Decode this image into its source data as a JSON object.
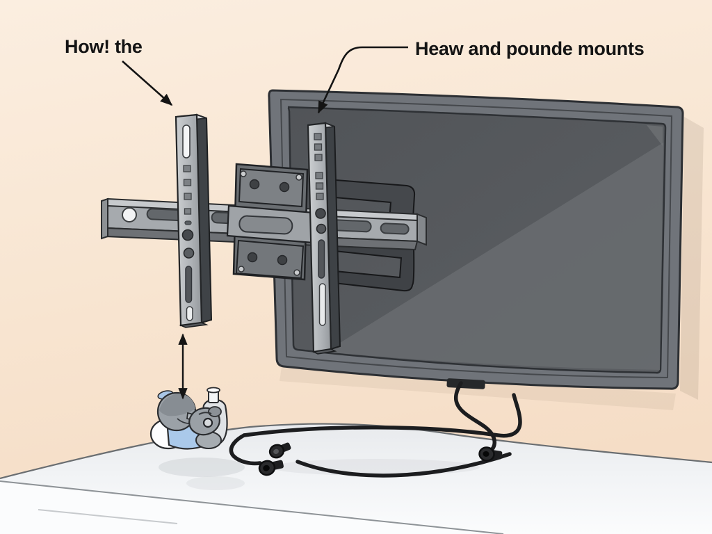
{
  "illustration": {
    "type": "instructional-diagram",
    "subject": "TV wall mount installation",
    "labels": {
      "left": {
        "text": "How! the"
      },
      "right": {
        "text": "Heaw and pounde mounts"
      }
    },
    "annotations": {
      "left_arrow": "diagonal arrow from left label to left wall bracket",
      "right_arrow": "curved arrow from right label to bracket on TV",
      "double_arrow": "vertical double-headed arrow between left bracket and figurine"
    },
    "objects": [
      "wall",
      "table",
      "tv",
      "tv-screen",
      "horizontal-mount-rail",
      "wall-bracket-left",
      "wall-bracket-right",
      "vesa-mounting-plate",
      "mount-clamps",
      "power-cable",
      "cable-plugs",
      "toy-figurine",
      "glass-bottle"
    ],
    "colors": {
      "wall": "#f8e5d1",
      "table": "#eef0f2",
      "tv_frame": "#6f7377",
      "tv_screen": "#57595d",
      "bracket_metal": "#a8acb0",
      "cable": "#1c1d1f",
      "label_text": "#141414",
      "figurine_blue": "#aac9ea"
    }
  }
}
